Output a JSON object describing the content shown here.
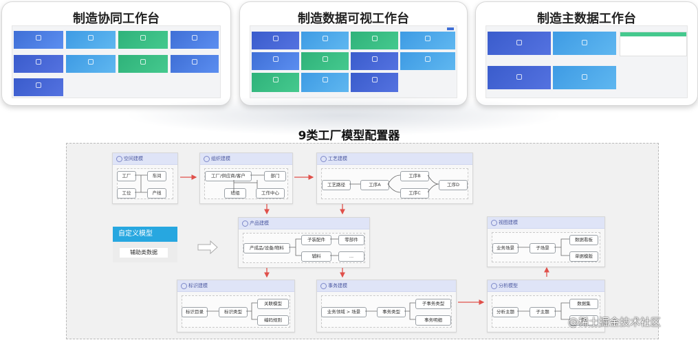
{
  "panels": [
    {
      "title": "制造协同工作台"
    },
    {
      "title": "制造数据可视工作台"
    },
    {
      "title": "制造主数据工作台"
    }
  ],
  "main_title": "9类工厂模型配置器",
  "cards": {
    "space": {
      "title": "空间建模",
      "nodes": [
        "工厂",
        "车间",
        "工位",
        "产线"
      ]
    },
    "org": {
      "title": "组织建模",
      "nodes": [
        "工厂/供应商/客户",
        "部门",
        "班组",
        "工作中心"
      ]
    },
    "process": {
      "title": "工艺建模",
      "nodes": [
        "工艺路径",
        "工序A",
        "工序B",
        "工序C",
        "工序D"
      ]
    },
    "product": {
      "title": "产品建模",
      "nodes": [
        "产成品/设备/物料",
        "子装配件",
        "零部件",
        "辅料",
        "..."
      ]
    },
    "label": {
      "title": "标识建模",
      "nodes": [
        "标识目录",
        "标识类型",
        "关联模型",
        "编码规则"
      ]
    },
    "affair": {
      "title": "事务建模",
      "nodes": [
        "业务领域 > 场景",
        "事务类型",
        "子事务类型",
        "事务明细"
      ]
    },
    "analysis": {
      "title": "分析模型",
      "nodes": [
        "分析主题",
        "子主题",
        "数据集",
        "明"
      ]
    },
    "view": {
      "title": "视图建模",
      "nodes": [
        "业务场景",
        "子场景",
        "数据看板",
        "单据模版"
      ]
    }
  },
  "custom": {
    "title": "自定义模型",
    "sub": "辅助类数据"
  },
  "watermark": "@稀土掘金技术社区",
  "colors": {
    "arrow_red": "#e0504a",
    "header_blue": "#27a7e0"
  }
}
